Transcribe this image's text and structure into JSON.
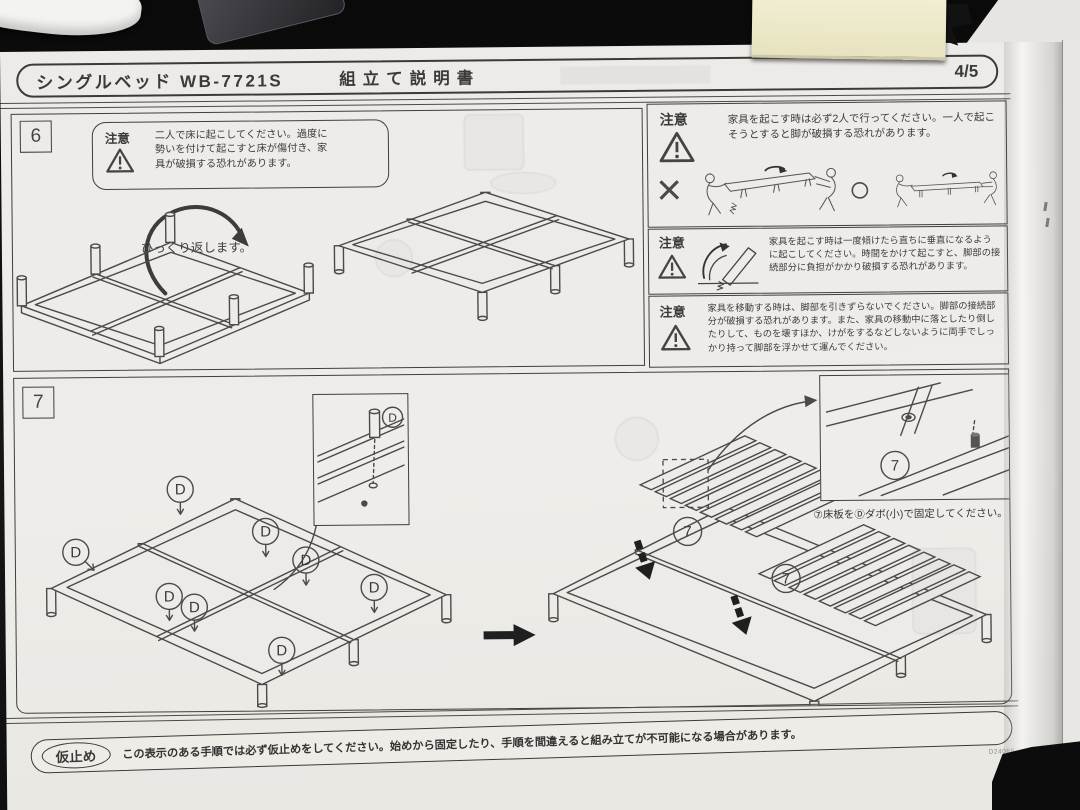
{
  "doc": {
    "product": "シングルベッド WB-7721S",
    "doc_title": "組立て説明書",
    "page_number": "4/5",
    "print_code": "D24069"
  },
  "step6": {
    "number": "6",
    "caution_label": "注意",
    "caution_text": "二人で床に起こしてください。過度に勢いを付けて起こすと床が傷付き、家具が破損する恐れがあります。",
    "flip_note": "ひっくり返します。"
  },
  "cautions": [
    {
      "label": "注意",
      "text": "家具を起こす時は必ず2人で行ってください。一人で起こそうとすると脚が破損する恐れがあります。",
      "bad_mark": "×",
      "good_mark": "○"
    },
    {
      "label": "注意",
      "text": "家具を起こす時は一度傾けたら直ちに垂直になるように起こしてください。時間をかけて起こすと、脚部の接続部分に負担がかかり破損する恐れがあります。"
    },
    {
      "label": "注意",
      "text": "家具を移動する時は、脚部を引きずらないでください。脚部の接続部分が破損する恐れがあります。また、家具の移動中に落としたり倒したりして、ものを壊すほか、けがをするなどしないように両手でしっかり持って脚部を浮かせて運んでください。"
    }
  ],
  "step7": {
    "number": "7",
    "dowel_letter": "D",
    "slat_num": "7",
    "inset_caption": "⑦床板をⒹダボ(小)で固定してください。"
  },
  "footer": {
    "stamp": "仮止め",
    "note": "この表示のある手順では必ず仮止めをしてください。始めから固定したり、手順を間違えると組み立てが不可能になる場合があります。"
  }
}
